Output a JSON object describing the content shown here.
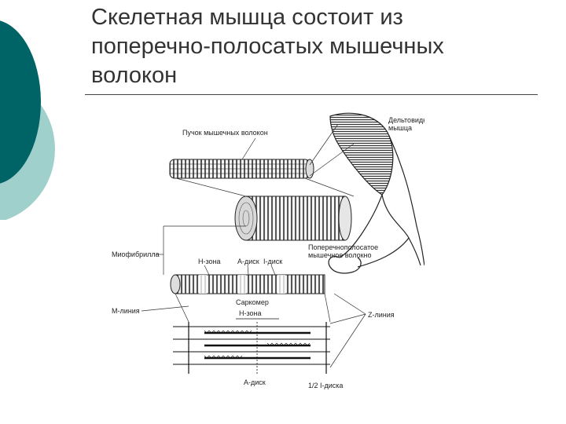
{
  "title": {
    "lines": [
      "Скелетная мышца состоит из",
      "поперечно-полосатых мышечных",
      "волокон"
    ]
  },
  "diagram": {
    "labels": {
      "bundle": "Пучок мышечных волокон",
      "deltoid_1": "Дельтовидная",
      "deltoid_2": "мышца",
      "fiber_1": "Поперечнополосатое",
      "fiber_2": "мышечное волокно",
      "myofibril": "Миофибрилла",
      "h_zone_top": "Н-зона",
      "a_disk_top": "А-диск",
      "i_disk_top": "I-диск",
      "m_line": "М-линия",
      "sarcomere": "Саркомер",
      "h_zone_mid": "Н-зона",
      "z_line": "Z-линия",
      "a_disk_bottom": "А-диск",
      "half_i_disk": "1/2 I-диска"
    }
  },
  "colors": {
    "teal_dark": "#006466",
    "teal_light": "#9fd0cc",
    "ink": "#222222"
  }
}
